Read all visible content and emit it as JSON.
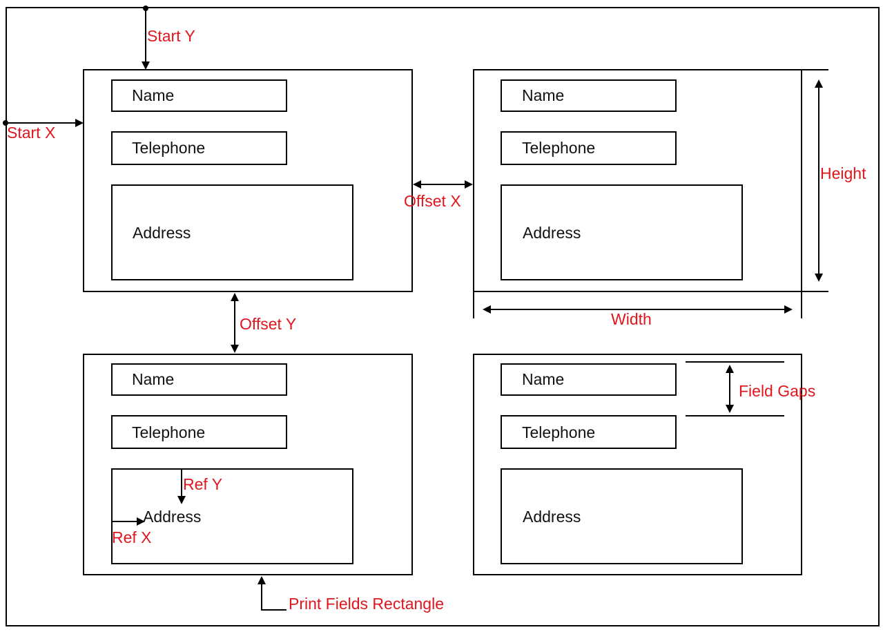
{
  "fields": {
    "name": "Name",
    "telephone": "Telephone",
    "address": "Address"
  },
  "annotations": {
    "start_y": "Start Y",
    "start_x": "Start X",
    "offset_x": "Offset X",
    "offset_y": "Offset Y",
    "height": "Height",
    "width": "Width",
    "field_gaps": "Field Gaps",
    "ref_y": "Ref Y",
    "ref_x": "Ref X",
    "print_fields_rectangle": "Print Fields Rectangle"
  },
  "colors": {
    "annotation": "#e0161d",
    "line": "#000000"
  }
}
